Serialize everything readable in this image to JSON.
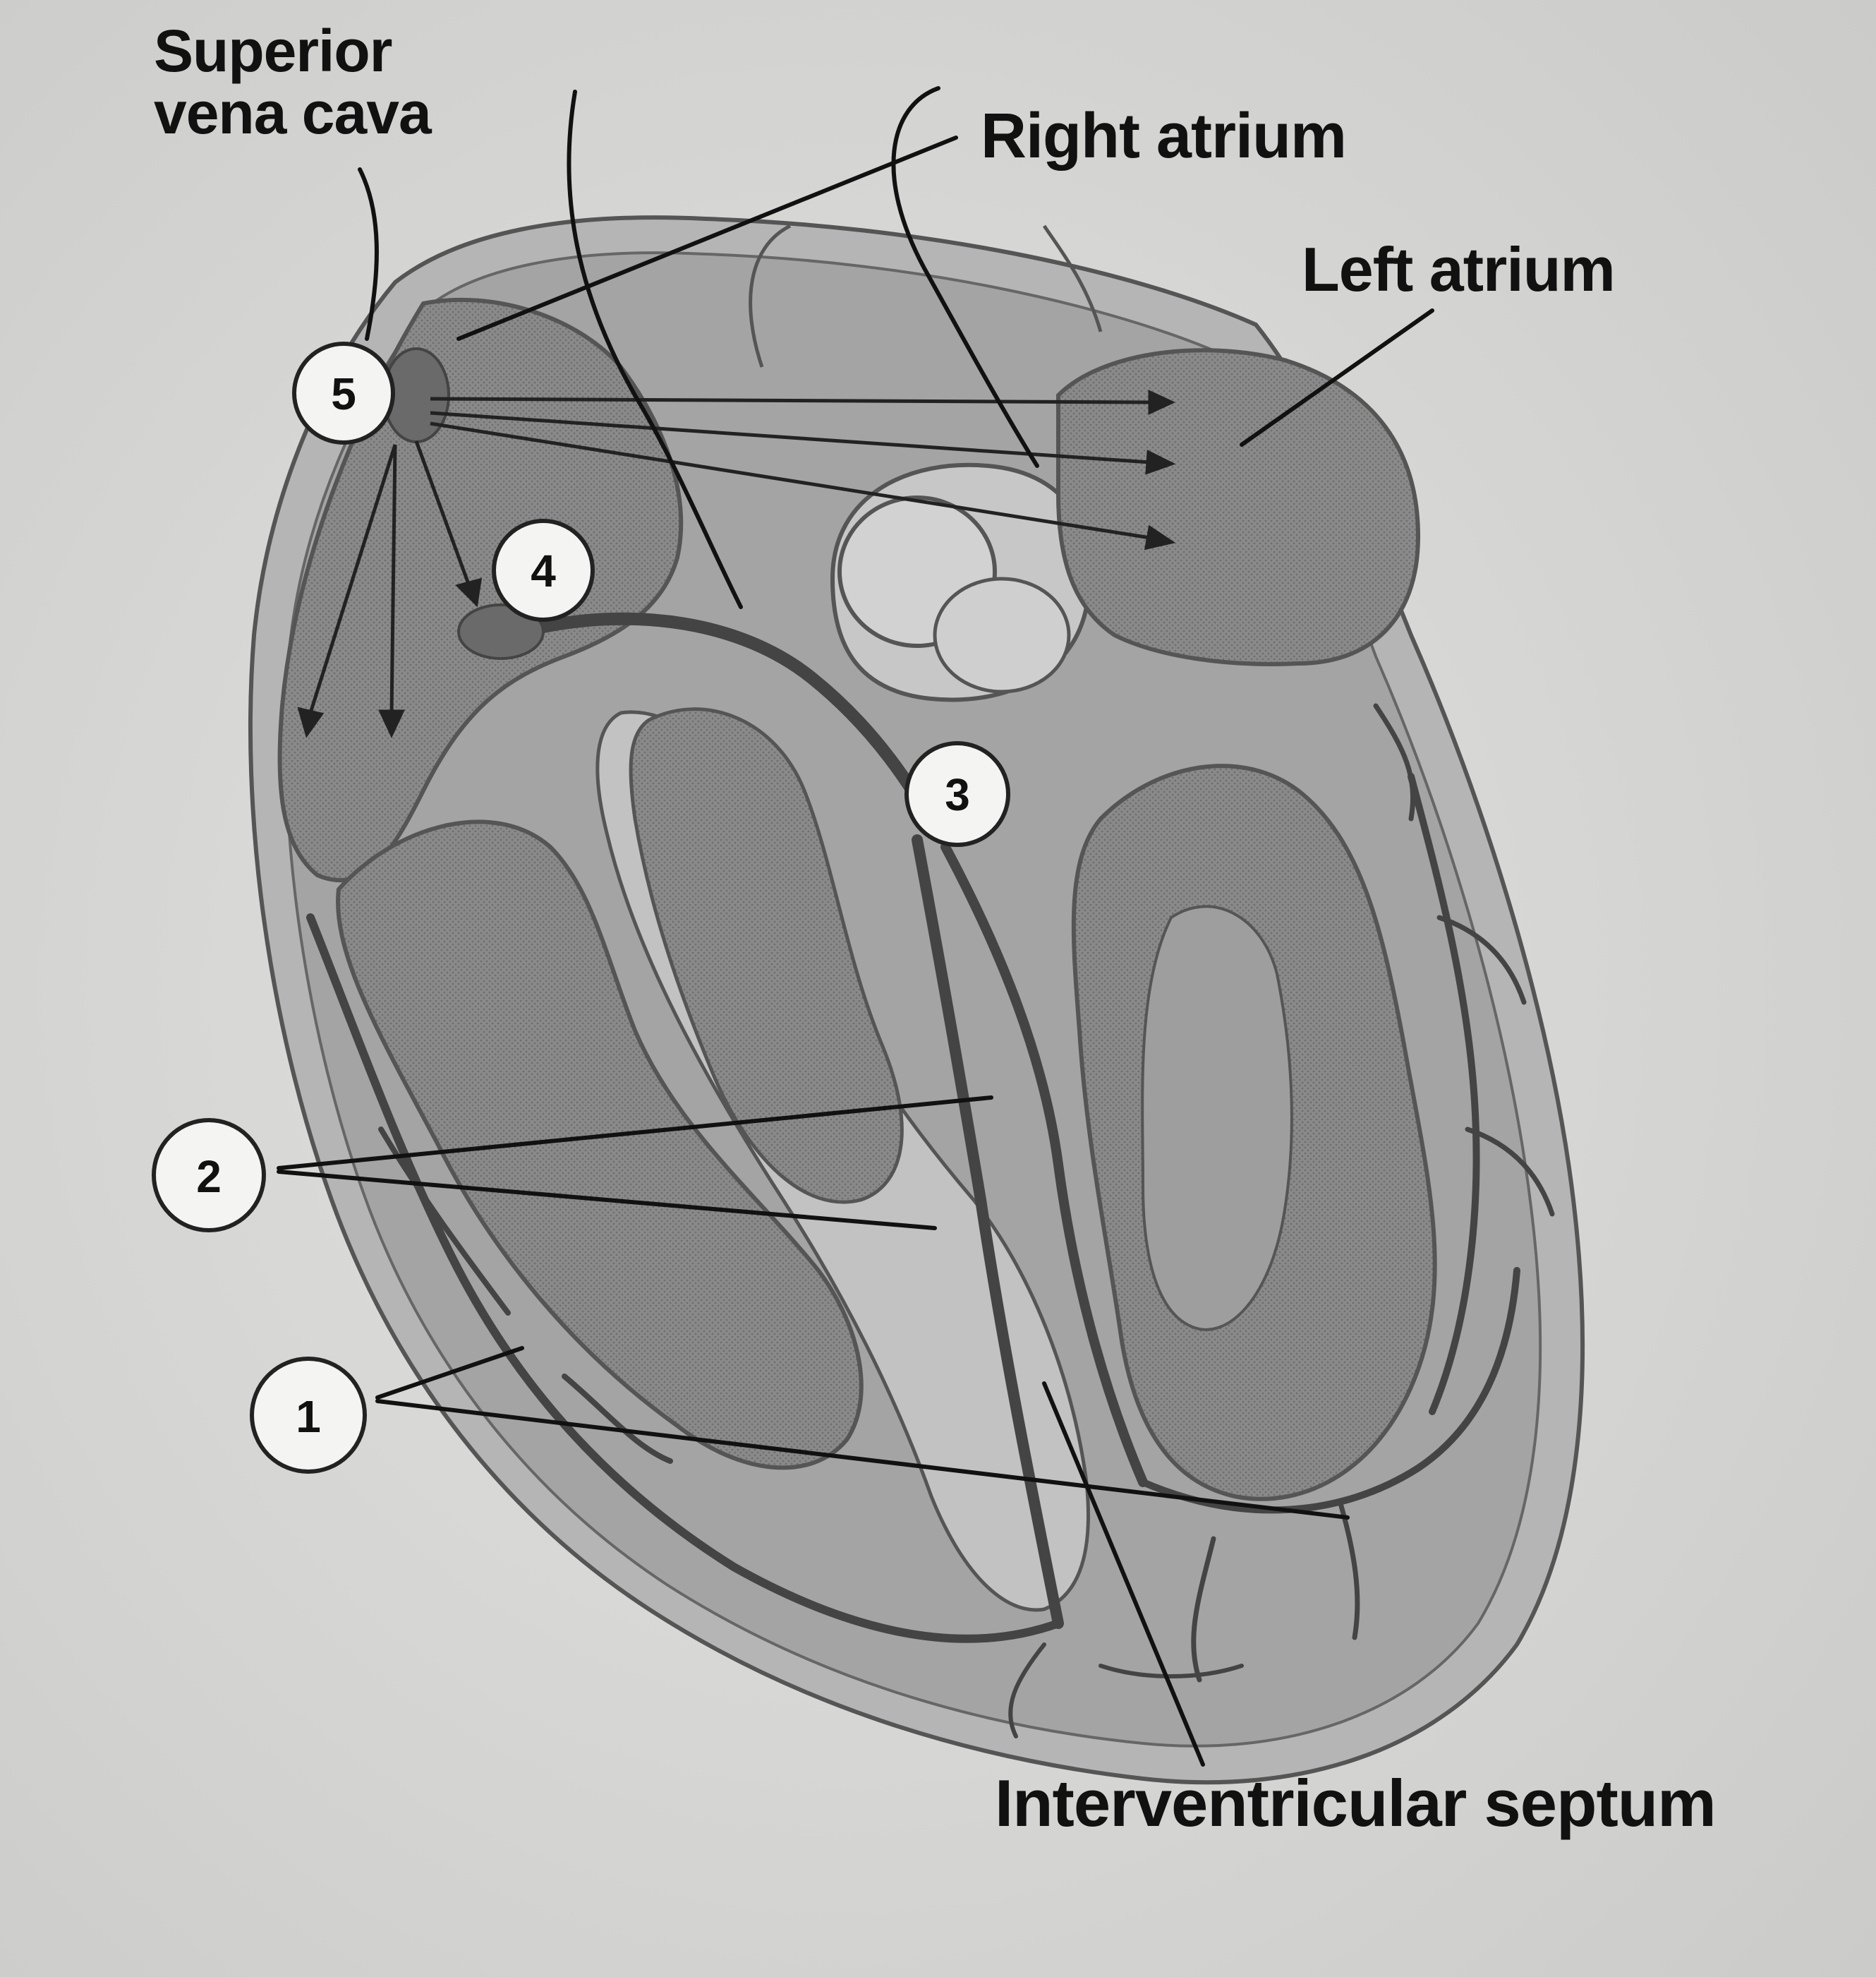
{
  "labels": {
    "superior_vena_cava": "Superior vena cava",
    "superior_vena_cava_line1": "Superior",
    "superior_vena_cava_line2": "vena cava",
    "right_atrium": "Right atrium",
    "left_atrium": "Left atrium",
    "interventricular_septum": "Interventricular septum"
  },
  "markers": [
    "1",
    "2",
    "3",
    "4",
    "5"
  ],
  "colors": {
    "paper": "#d9d9d7",
    "outer_wall": "#b3b3b3",
    "inner_wall": "#9a9a9a",
    "chamber_dark": "#7e7e7e",
    "chamber_light": "#c9c9c9",
    "conduction": "#4a4a4a",
    "ink": "#111111"
  }
}
